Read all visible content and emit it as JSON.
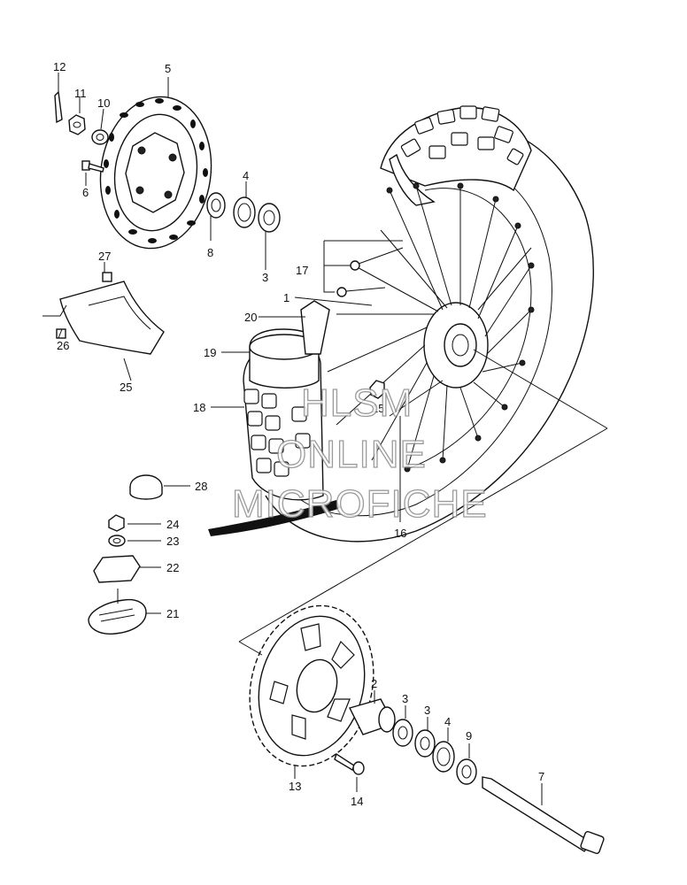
{
  "diagram": {
    "callouts": [
      "1",
      "2",
      "3",
      "3",
      "3",
      "4",
      "4",
      "5",
      "6",
      "7",
      "8",
      "9",
      "10",
      "11",
      "12",
      "13",
      "14",
      "15",
      "16",
      "17",
      "18",
      "19",
      "20",
      "21",
      "22",
      "23",
      "24",
      "25",
      "26",
      "27",
      "28"
    ]
  },
  "watermark": {
    "line1": "HLSM",
    "line2": "ONLINE",
    "line3": "MICROFICHE"
  }
}
